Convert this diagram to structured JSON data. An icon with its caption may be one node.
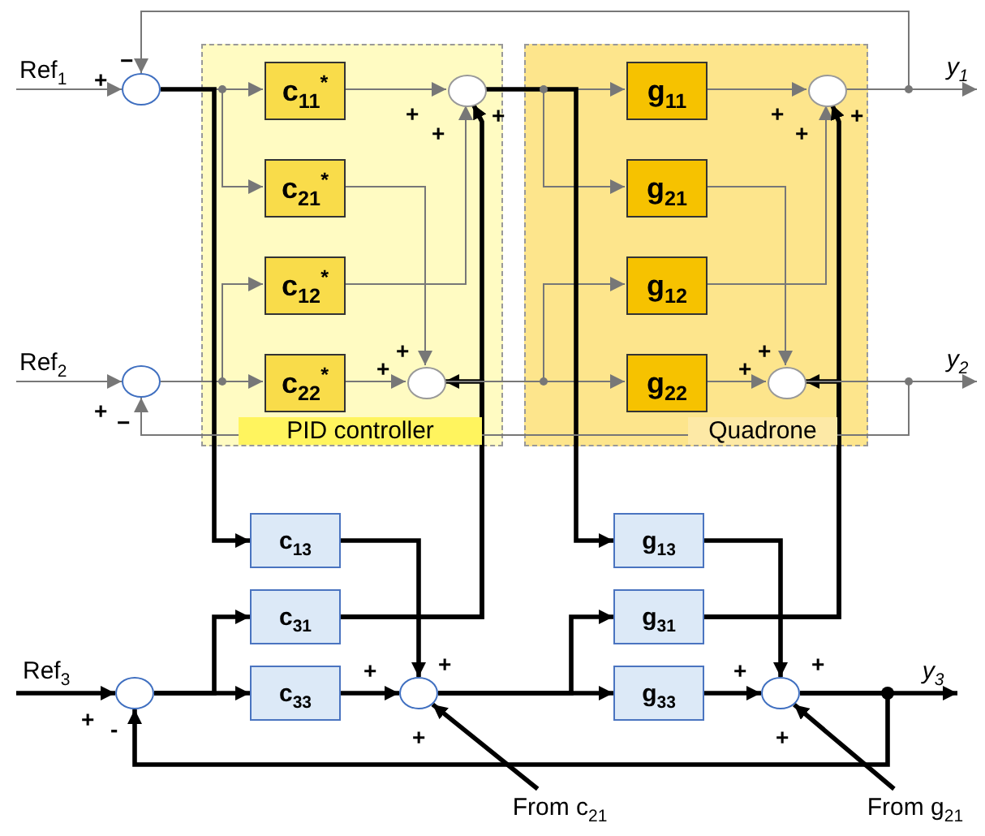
{
  "diagram": {
    "nodes": [
      {
        "text": [
          "PID controller"
        ]
      },
      {
        "text": [
          "Quadrone"
        ]
      },
      {
        "text": [
          "c$_{11}$$^{*}$"
        ],
        "in": 0
      },
      {
        "text": [
          "c$_{21}$$^{*}$"
        ],
        "in": 0
      },
      {
        "text": [
          "c$_{12}$$^{*}$"
        ],
        "in": 0
      },
      {
        "text": [
          "c$_{22}$$^{*}$"
        ],
        "in": 0
      },
      {
        "text": [],
        "shape": "circle",
        "in": 0
      },
      {
        "text": [],
        "shape": "circle",
        "in": 0
      },
      {
        "text": [
          "g$_{11}$"
        ],
        "in": 1
      },
      {
        "text": [
          "g$_{21}$"
        ],
        "in": 1
      },
      {
        "text": [
          "g$_{12}$"
        ],
        "in": 1
      },
      {
        "text": [
          "g$_{22}$"
        ],
        "in": 1
      },
      {
        "text": [],
        "shape": "circle",
        "in": 1
      },
      {
        "text": [],
        "shape": "circle",
        "in": 1
      },
      {
        "text": [],
        "shape": "circle"
      },
      {
        "text": [],
        "shape": "circle"
      },
      {
        "text": [
          "c$_{13}$"
        ]
      },
      {
        "text": [
          "c$_{31}$"
        ]
      },
      {
        "text": [
          "c$_{33}$"
        ]
      },
      {
        "text": [
          "g$_{13}$"
        ]
      },
      {
        "text": [
          "g$_{31}$"
        ]
      },
      {
        "text": [
          "g$_{33}$"
        ]
      },
      {
        "text": [],
        "shape": "circle"
      },
      {
        "text": [],
        "shape": "circle"
      },
      {
        "text": [],
        "shape": "circle"
      },
      {
        "text": [
          "From c$_{21}$"
        ]
      },
      {
        "text": [
          "From g$_{21}$"
        ]
      },
      {
        "text": [
          "Ref$_{1}$"
        ]
      },
      {
        "text": [
          "y$_{1}$"
        ]
      },
      {
        "text": [
          "Ref$_{2}$"
        ]
      },
      {
        "text": [
          "y$_{2}$"
        ]
      },
      {
        "text": [
          "Ref$_{3}$"
        ]
      },
      {
        "text": [
          "y$_{3}$"
        ]
      }
    ],
    "edges": [
      {
        "from": 27,
        "to": 14,
        "arrow": "to"
      },
      {
        "from": 14,
        "to": 2,
        "arrow": "to"
      },
      {
        "from": 14,
        "to": 3,
        "arrow": "to"
      },
      {
        "from": 15,
        "to": 4,
        "arrow": "to"
      },
      {
        "from": 15,
        "to": 5,
        "arrow": "to"
      },
      {
        "from": 14,
        "to": 16,
        "arrow": "to",
        "style": "thick",
        "color": "#000000"
      },
      {
        "from": 2,
        "to": 6,
        "arrow": "to"
      },
      {
        "from": 4,
        "to": 6,
        "arrow": "to"
      },
      {
        "from": 3,
        "to": 7,
        "arrow": "to"
      },
      {
        "from": 5,
        "to": 7,
        "arrow": "to"
      },
      {
        "from": 17,
        "to": 6,
        "arrow": "to",
        "style": "thick",
        "color": "#000000"
      },
      {
        "from": 17,
        "to": 7,
        "arrow": "to",
        "style": "thick",
        "color": "#000000"
      },
      {
        "from": 6,
        "to": 8,
        "arrow": "to"
      },
      {
        "from": 6,
        "to": 9,
        "arrow": "to"
      },
      {
        "from": 7,
        "to": 10,
        "arrow": "to"
      },
      {
        "from": 7,
        "to": 11,
        "arrow": "to"
      },
      {
        "from": 6,
        "to": 19,
        "arrow": "to",
        "style": "thick",
        "color": "#000000"
      },
      {
        "from": 8,
        "to": 12,
        "arrow": "to"
      },
      {
        "from": 10,
        "to": 12,
        "arrow": "to"
      },
      {
        "from": 9,
        "to": 13,
        "arrow": "to"
      },
      {
        "from": 11,
        "to": 13,
        "arrow": "to"
      },
      {
        "from": 20,
        "to": 12,
        "arrow": "to",
        "style": "thick",
        "color": "#000000"
      },
      {
        "from": 20,
        "to": 13,
        "arrow": "to",
        "style": "thick",
        "color": "#000000"
      },
      {
        "from": 12,
        "to": 28,
        "arrow": "to"
      },
      {
        "from": 12,
        "to": 14,
        "arrow": "to"
      },
      {
        "from": 13,
        "to": 30,
        "arrow": "to"
      },
      {
        "from": 13,
        "to": 15,
        "arrow": "to"
      },
      {
        "from": 31,
        "to": 22,
        "arrow": "to",
        "style": "thick",
        "color": "#000000"
      },
      {
        "from": 22,
        "to": 17,
        "arrow": "to",
        "style": "thick",
        "color": "#000000"
      },
      {
        "from": 22,
        "to": 18,
        "arrow": "to",
        "style": "thick",
        "color": "#000000"
      },
      {
        "from": 16,
        "to": 23,
        "arrow": "to",
        "style": "thick",
        "color": "#000000"
      },
      {
        "from": 18,
        "to": 23,
        "arrow": "to",
        "style": "thick",
        "color": "#000000"
      },
      {
        "from": 25,
        "to": 23,
        "arrow": "to",
        "style": "thick",
        "color": "#000000"
      },
      {
        "from": 23,
        "to": 20,
        "arrow": "to",
        "style": "thick",
        "color": "#000000"
      },
      {
        "from": 23,
        "to": 21,
        "arrow": "to",
        "style": "thick",
        "color": "#000000"
      },
      {
        "from": 19,
        "to": 24,
        "arrow": "to",
        "style": "thick",
        "color": "#000000"
      },
      {
        "from": 21,
        "to": 24,
        "arrow": "to",
        "style": "thick",
        "color": "#000000"
      },
      {
        "from": 26,
        "to": 24,
        "arrow": "to",
        "style": "thick",
        "color": "#000000"
      },
      {
        "from": 24,
        "to": 32,
        "arrow": "to",
        "style": "thick",
        "color": "#000000"
      },
      {
        "from": 24,
        "to": 22,
        "arrow": "to",
        "style": "thick",
        "color": "#000000"
      },
      {
        "from": 29,
        "to": 15,
        "arrow": "to"
      }
    ],
    "labels": [
      "−",
      "+",
      "+",
      "+",
      "+",
      "+",
      "+",
      "+",
      "+",
      "+",
      "+",
      "+",
      "+",
      "−",
      "+",
      "+",
      "+",
      "+",
      "+",
      "-",
      "+",
      "+"
    ]
  }
}
